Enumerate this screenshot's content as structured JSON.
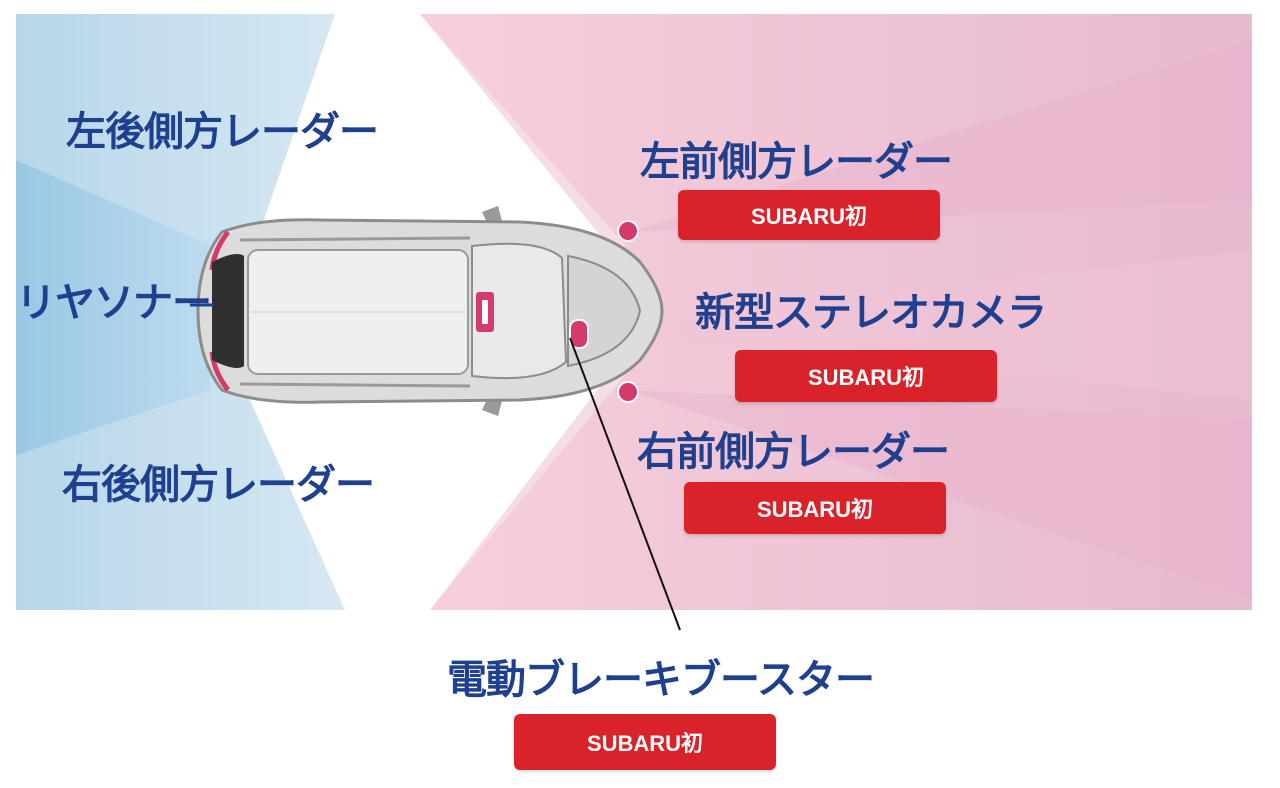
{
  "labels": {
    "rear_left_radar": "左後側方レーダー",
    "rear_sonar": "リヤソナー",
    "rear_right_radar": "右後側方レーダー",
    "front_left_radar": "左前側方レーダー",
    "stereo_camera": "新型ステレオカメラ",
    "front_right_radar": "右前側方レーダー",
    "brake_booster": "電動ブレーキブースター"
  },
  "badge_text": "SUBARU初",
  "colors": {
    "label_text": "#1f3f8f",
    "badge_bg": "#d9222a",
    "rear_zone": "#bcd9ea",
    "front_zone": "#f2c6d6",
    "sensor": "#d63a6a"
  }
}
